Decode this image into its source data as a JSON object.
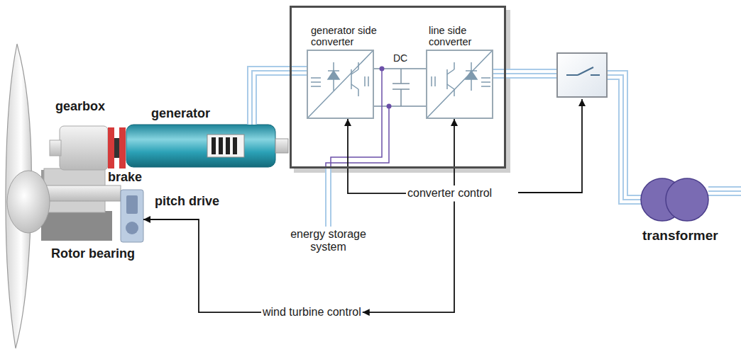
{
  "diagram": {
    "nodes": [
      {
        "text": [
          "generator"
        ]
      },
      {
        "text": [
          "pitch drive"
        ]
      },
      {
        "text": [
          "DC"
        ]
      },
      {
        "text": [
          "generator side converter"
        ],
        "in": 2
      },
      {
        "text": [
          "line side converter"
        ],
        "in": 2
      },
      {
        "text": [
          "converter control"
        ]
      },
      {
        "text": [
          "energy storage system"
        ]
      },
      {
        "text": [
          "wind turbine control"
        ]
      }
    ],
    "edges": [
      {
        "from": 0,
        "to": 3,
        "arrow": "none"
      },
      {
        "from": 5,
        "to": 3,
        "arrow": "to"
      },
      {
        "from": 5,
        "to": 4,
        "arrow": "to"
      },
      {
        "from": 5,
        "to": 7,
        "arrow": "to"
      },
      {
        "from": 7,
        "to": 1,
        "arrow": "to"
      },
      {
        "from": 6,
        "to": 2,
        "arrow": "none"
      }
    ],
    "labels": [
      "gearbox",
      "brake",
      "Rotor bearing",
      "transformer"
    ]
  }
}
